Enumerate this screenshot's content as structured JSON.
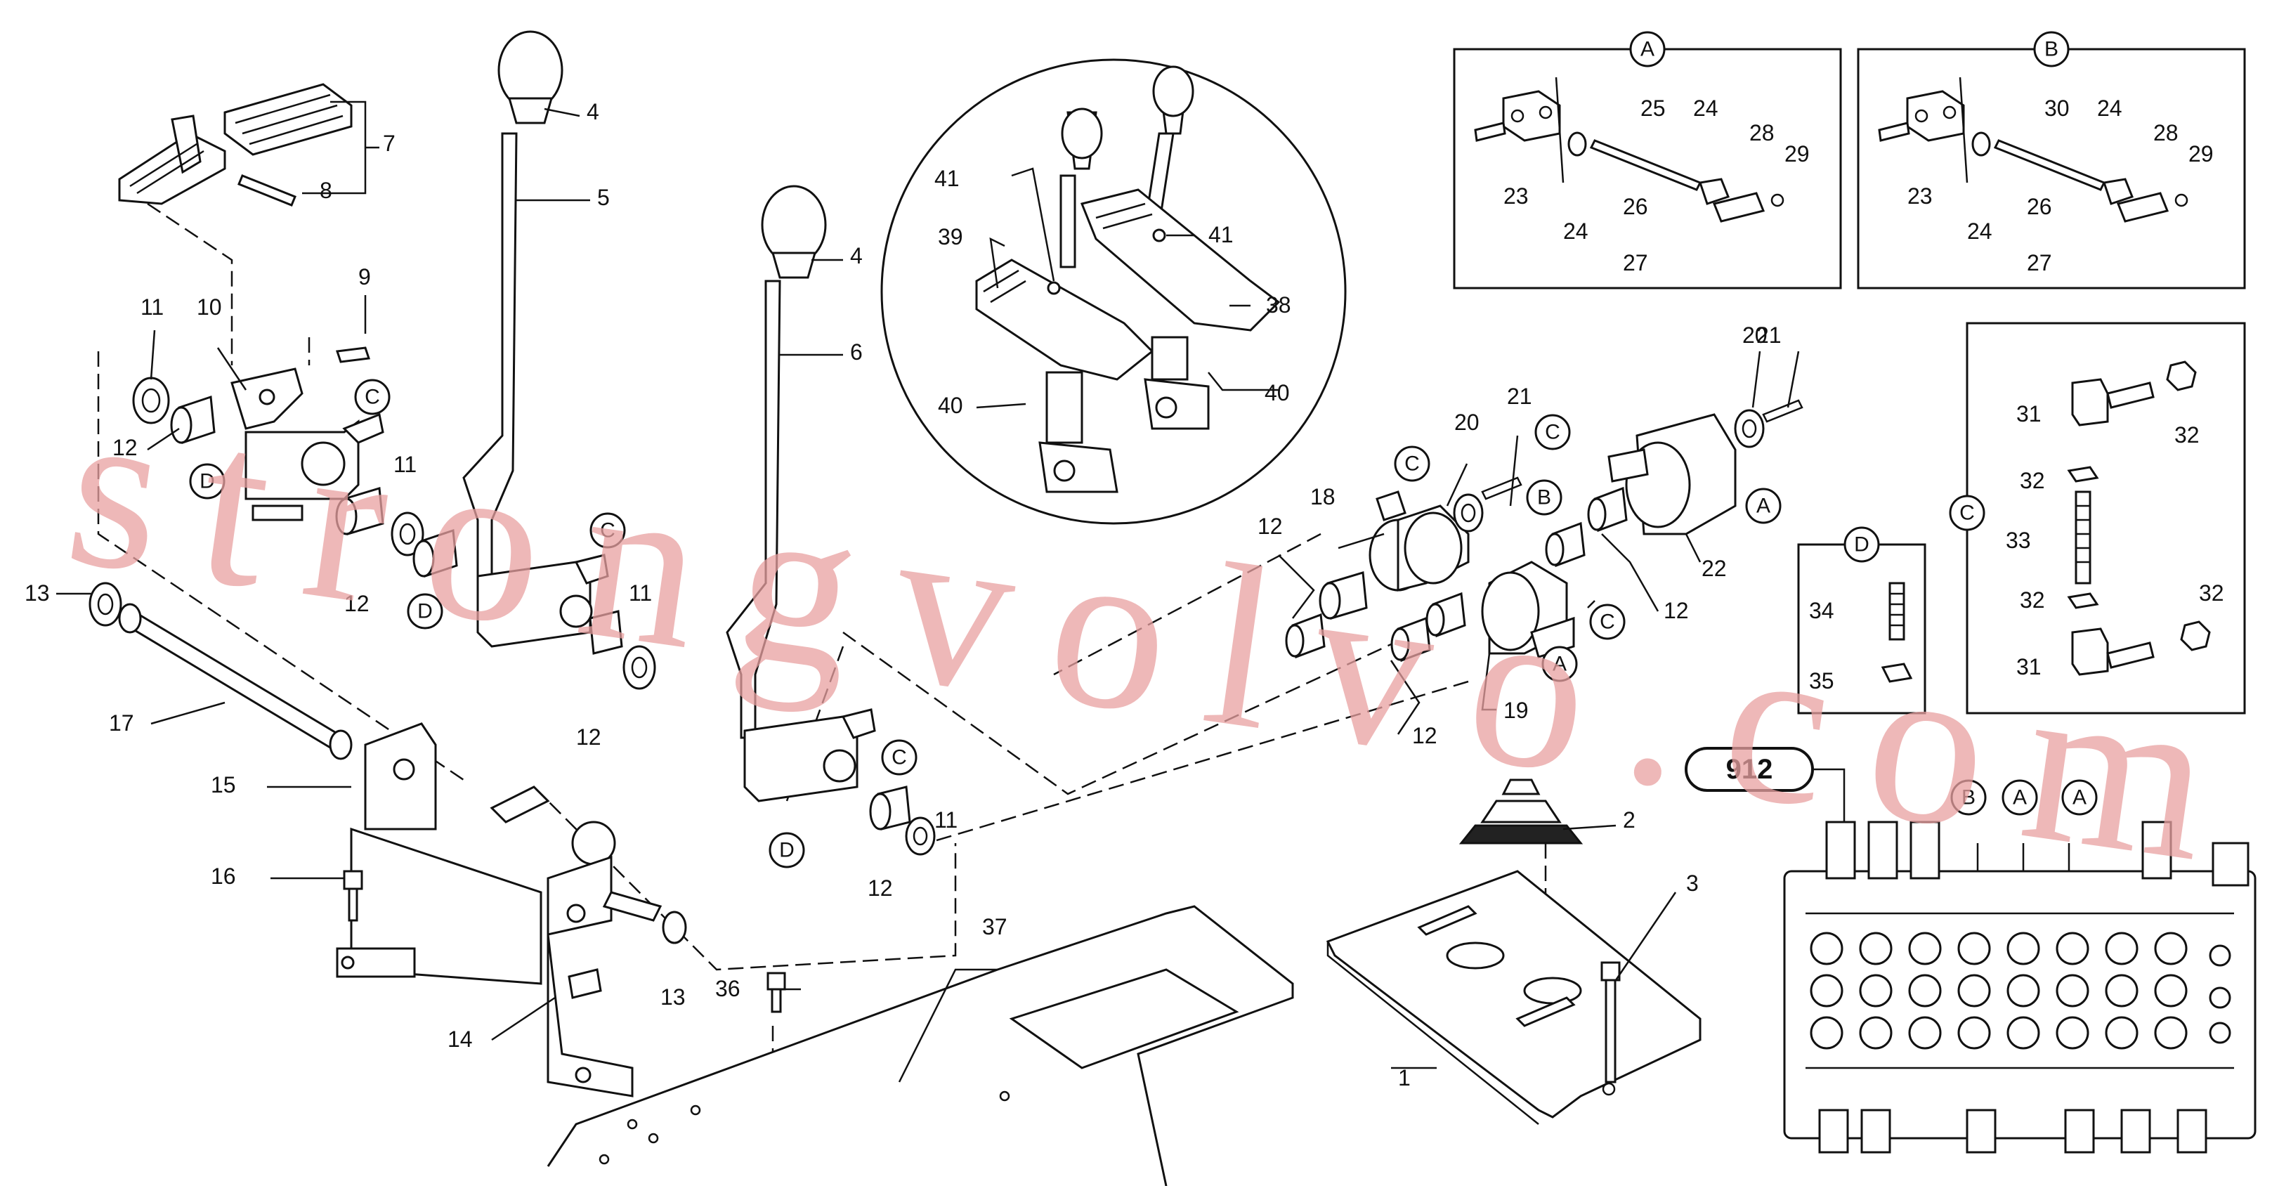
{
  "callouts": [
    {
      "id": "c1",
      "text": "1"
    },
    {
      "id": "c2",
      "text": "2"
    },
    {
      "id": "c3",
      "text": "3"
    },
    {
      "id": "c4a",
      "text": "4"
    },
    {
      "id": "c4b",
      "text": "4"
    },
    {
      "id": "c5",
      "text": "5"
    },
    {
      "id": "c6",
      "text": "6"
    },
    {
      "id": "c7",
      "text": "7"
    },
    {
      "id": "c8",
      "text": "8"
    },
    {
      "id": "c9",
      "text": "9"
    },
    {
      "id": "c10",
      "text": "10"
    },
    {
      "id": "c11a",
      "text": "11"
    },
    {
      "id": "c11b",
      "text": "11"
    },
    {
      "id": "c11c",
      "text": "11"
    },
    {
      "id": "c11d",
      "text": "11"
    },
    {
      "id": "c12a",
      "text": "12"
    },
    {
      "id": "c12b",
      "text": "12"
    },
    {
      "id": "c12c",
      "text": "12"
    },
    {
      "id": "c12d",
      "text": "12"
    },
    {
      "id": "c12e",
      "text": "12"
    },
    {
      "id": "c12f",
      "text": "12"
    },
    {
      "id": "c12g",
      "text": "12"
    },
    {
      "id": "c13a",
      "text": "13"
    },
    {
      "id": "c13b",
      "text": "13"
    },
    {
      "id": "c14",
      "text": "14"
    },
    {
      "id": "c15",
      "text": "15"
    },
    {
      "id": "c16",
      "text": "16"
    },
    {
      "id": "c17",
      "text": "17"
    },
    {
      "id": "c18",
      "text": "18"
    },
    {
      "id": "c19",
      "text": "19"
    },
    {
      "id": "c20a",
      "text": "20"
    },
    {
      "id": "c20b",
      "text": "20"
    },
    {
      "id": "c21a",
      "text": "21"
    },
    {
      "id": "c21b",
      "text": "21"
    },
    {
      "id": "c22",
      "text": "22"
    },
    {
      "id": "c36",
      "text": "36"
    },
    {
      "id": "c37",
      "text": "37"
    },
    {
      "id": "c38",
      "text": "38"
    },
    {
      "id": "c39",
      "text": "39"
    },
    {
      "id": "c40a",
      "text": "40"
    },
    {
      "id": "c40b",
      "text": "40"
    },
    {
      "id": "c41a",
      "text": "41"
    },
    {
      "id": "c41b",
      "text": "41"
    },
    {
      "id": "bA23",
      "text": "23"
    },
    {
      "id": "bA24a",
      "text": "24"
    },
    {
      "id": "bA24b",
      "text": "24"
    },
    {
      "id": "bA25",
      "text": "25"
    },
    {
      "id": "bA26",
      "text": "26"
    },
    {
      "id": "bA27",
      "text": "27"
    },
    {
      "id": "bA28",
      "text": "28"
    },
    {
      "id": "bA29",
      "text": "29"
    },
    {
      "id": "bB23",
      "text": "23"
    },
    {
      "id": "bB24a",
      "text": "24"
    },
    {
      "id": "bB24b",
      "text": "24"
    },
    {
      "id": "bB30",
      "text": "30"
    },
    {
      "id": "bB26",
      "text": "26"
    },
    {
      "id": "bB27",
      "text": "27"
    },
    {
      "id": "bB28",
      "text": "28"
    },
    {
      "id": "bB29",
      "text": "29"
    },
    {
      "id": "bD34",
      "text": "34"
    },
    {
      "id": "bD35",
      "text": "35"
    },
    {
      "id": "bC31a",
      "text": "31"
    },
    {
      "id": "bC31b",
      "text": "31"
    },
    {
      "id": "bC32a",
      "text": "32"
    },
    {
      "id": "bC32b",
      "text": "32"
    },
    {
      "id": "bC32c",
      "text": "32"
    },
    {
      "id": "bC32d",
      "text": "32"
    },
    {
      "id": "bC33",
      "text": "33"
    }
  ],
  "markers": [
    {
      "id": "mC1",
      "text": "C"
    },
    {
      "id": "mD1",
      "text": "D"
    },
    {
      "id": "mC2",
      "text": "C"
    },
    {
      "id": "mD2",
      "text": "D"
    },
    {
      "id": "mC3",
      "text": "C"
    },
    {
      "id": "mD3",
      "text": "D"
    },
    {
      "id": "mC4",
      "text": "C"
    },
    {
      "id": "mB1",
      "text": "B"
    },
    {
      "id": "mC5",
      "text": "C"
    },
    {
      "id": "mA1",
      "text": "A"
    },
    {
      "id": "mC6",
      "text": "C"
    },
    {
      "id": "mA2",
      "text": "A"
    },
    {
      "id": "mBoxA",
      "text": "A"
    },
    {
      "id": "mBoxB",
      "text": "B"
    },
    {
      "id": "mBoxD",
      "text": "D"
    },
    {
      "id": "mBoxC",
      "text": "C"
    },
    {
      "id": "mVB",
      "text": "B"
    },
    {
      "id": "mVA1",
      "text": "A"
    },
    {
      "id": "mVA2",
      "text": "A"
    }
  ],
  "reference_label": "912",
  "watermark": "strongvolvo.com",
  "colors": {
    "line": "#111111",
    "watermark": "#e8a0a0",
    "background": "#ffffff"
  }
}
